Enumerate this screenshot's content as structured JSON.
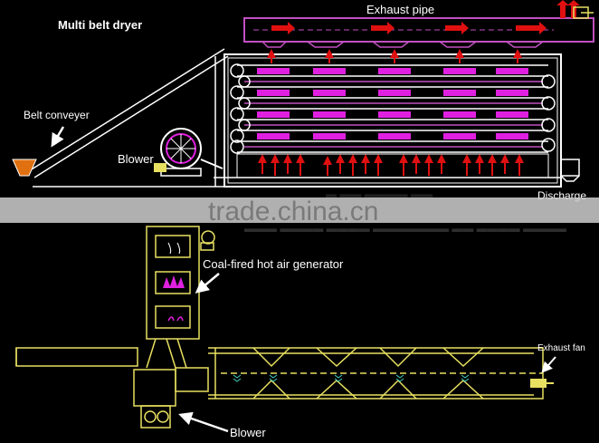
{
  "labels": {
    "title": "Multi belt dryer",
    "exhaust_pipe": "Exhaust pipe",
    "belt_conveyer": "Belt conveyer",
    "blower_top": "Blower",
    "discharge": "Discharge",
    "hot_air_generator": "Coal-fired hot air generator",
    "exhaust_fan": "Exhaust fan",
    "blower_bottom": "Blower"
  },
  "watermark": {
    "text": "trade.china.cn"
  },
  "colors": {
    "background": "#000000",
    "frame": "#ffffff",
    "pipe": "#c050c0",
    "belt_pad": "#e020e0",
    "hot_air_arrow": "#e01010",
    "plan_outline": "#e8e060",
    "pointer_arrow": "#ffffff",
    "watermark_band": "#cfcfcf"
  },
  "icons": [
    "blower-fan-icon",
    "exhaust-fan-icon",
    "hopper-icon",
    "flame-icon"
  ]
}
